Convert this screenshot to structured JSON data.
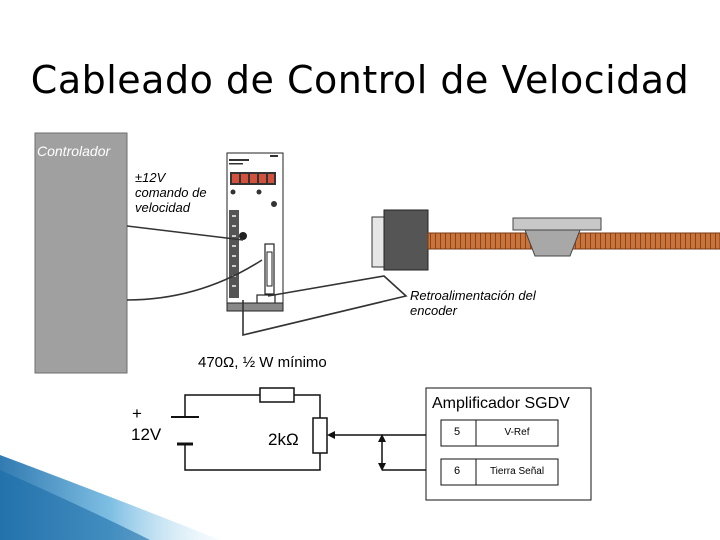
{
  "title": "Cableado de Control de Velocidad",
  "controller_label": "Controlador",
  "command_label_lines": [
    "±12V",
    "comando de",
    "velocidad"
  ],
  "encoder_label_lines": [
    "Retroalimentación del",
    "encoder"
  ],
  "resistor_spec": "470Ω, ½ W mínimo",
  "battery_plus": "+",
  "battery_voltage": "12V",
  "pot_label": "2kΩ",
  "amplifier": {
    "title": "Amplificador SGDV",
    "pins": [
      {
        "number": "5",
        "name": "V-Ref"
      },
      {
        "number": "6",
        "name": "Tierra Señal"
      }
    ]
  },
  "colors": {
    "controller_fill": "#a0a0a0",
    "motor_body": "#555555",
    "leadscrew": "#c8743c",
    "accent_blue": "#2e86c1"
  }
}
